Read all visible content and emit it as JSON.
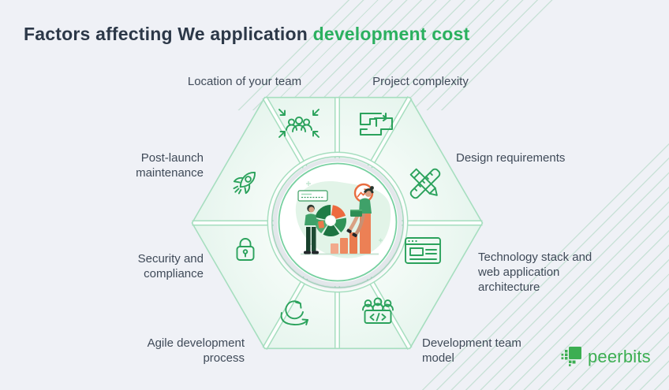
{
  "title": {
    "prefix": "Factors affecting We application ",
    "highlight": "development cost"
  },
  "factors": [
    {
      "label": "Location of your team",
      "icon": "people-gather-icon"
    },
    {
      "label": "Project complexity",
      "icon": "maze-icon"
    },
    {
      "label": "Design requirements",
      "icon": "ruler-pencil-icon"
    },
    {
      "label": "Technology stack and web application architecture",
      "icon": "browser-window-icon"
    },
    {
      "label": "Development team model",
      "icon": "team-code-icon"
    },
    {
      "label": "Agile development process",
      "icon": "agile-loop-icon"
    },
    {
      "label": "Security and compliance",
      "icon": "padlock-icon"
    },
    {
      "label": "Post-launch maintenance",
      "icon": "rocket-icon"
    }
  ],
  "logo": {
    "text": "peerbits"
  },
  "colors": {
    "background": "#eff1f6",
    "accent_green": "#2bb05f",
    "icon_green": "#2ba25c",
    "hexagon_border": "#a6debf",
    "hexagon_fill": "#e9f7ef",
    "title_text": "#2c3848",
    "label_text": "#3f4a58",
    "illustration_orange": "#ed6a3f",
    "logo_green": "#3cae52"
  }
}
